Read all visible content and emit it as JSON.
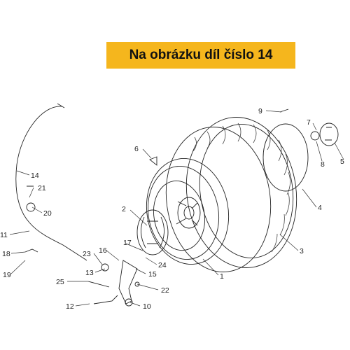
{
  "banner": {
    "text": "Na obrázku díl číslo 14"
  },
  "callouts": [
    "1",
    "2",
    "3",
    "4",
    "5",
    "6",
    "7",
    "8",
    "9",
    "10",
    "11",
    "12",
    "13",
    "14",
    "15",
    "16",
    "17",
    "18",
    "19",
    "20",
    "21",
    "22",
    "23",
    "24",
    "25"
  ]
}
